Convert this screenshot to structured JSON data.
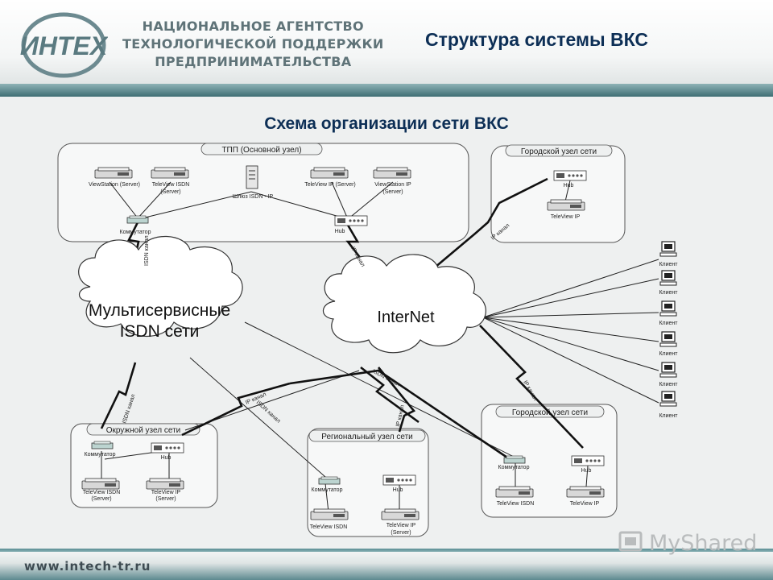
{
  "header": {
    "logo_text": "ИНТЕХ",
    "agency_line1": "НАЦИОНАЛЬНОЕ АГЕНТСТВО",
    "agency_line2": "ТЕХНОЛОГИЧЕСКОЙ ПОДДЕРЖКИ",
    "agency_line3": "ПРЕДПРИНИМАТЕЛЬСТВА",
    "title": "Структура системы ВКС"
  },
  "diagram": {
    "subtitle": "Схема организации сети ВКС",
    "clouds": {
      "isdn_line1": "Мультисервисные",
      "isdn_line2": "ISDN сети",
      "internet": "InterNet"
    },
    "nodes": {
      "tpp": "ТПП (Основной узел)",
      "city_top": "Городской узел сети",
      "okr": "Окружной узел сети",
      "reg": "Региональный узел сети",
      "city_bottom": "Городской узел сети"
    },
    "device_labels": {
      "viewstation_server": "ViewStation (Server)",
      "teleview_isdn_server_1": "TeleView ISDN",
      "teleview_isdn_server_2": "(Server)",
      "shlyuz": "Шлюз ISDN - IP",
      "teleview_ip_server": "TeleView IP (Server)",
      "viewstation_ip_1": "ViewStation IP",
      "viewstation_ip_2": "(Server)",
      "kommutator": "Коммутатор",
      "hub": "Hub",
      "teleview_ip": "TeleView IP",
      "teleview_isdn": "TeleView ISDN",
      "teleview_ip_server_1": "TeleView IP",
      "teleview_ip_server_2": "(Server)",
      "teleview_isdn_srv_1": "TeleView ISDN",
      "teleview_isdn_srv_2": "(Server)"
    },
    "link_labels": {
      "isdn_channel": "ISDN канал",
      "ip_channel": "IP канал"
    },
    "client_label": "Клиент"
  },
  "footer": {
    "url": "www.intech-tr.ru",
    "watermark": "MyShared"
  },
  "colors": {
    "title": "#0d2f56",
    "header_bar": "#3f6e74",
    "agency_text": "#5f7378"
  }
}
